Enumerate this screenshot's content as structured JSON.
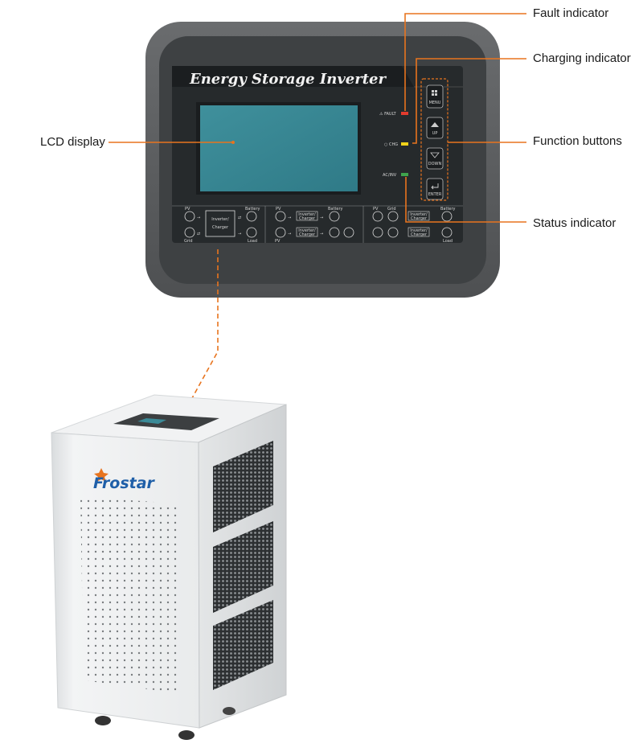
{
  "callouts": {
    "fault": "Fault indicator",
    "charging": "Charging indicator",
    "lcd": "LCD display",
    "function_buttons": "Function buttons",
    "status": "Status indicator"
  },
  "panel": {
    "title": "Energy Storage Inverter",
    "fault_label": "⚠ FAULT",
    "chg_label": "○ CHG",
    "acinv_label": "AC/INV",
    "buttons": [
      "MENU",
      "UP",
      "DOWN",
      "ENTER"
    ],
    "flow_labels": {
      "pv": "PV",
      "grid": "Grid",
      "battery": "Battery",
      "load": "Load",
      "inverter_line1": "Inverter/",
      "inverter_line2": "Charger"
    }
  },
  "brand": "Frostar",
  "colors": {
    "accent": "#e8741e",
    "fault_led": "#e23b2e",
    "chg_led": "#f1d21a",
    "acinv_led": "#3fa34d",
    "lcd": "#3b8a97",
    "bezel": "#5d5f61",
    "panel": "#262a2c"
  }
}
